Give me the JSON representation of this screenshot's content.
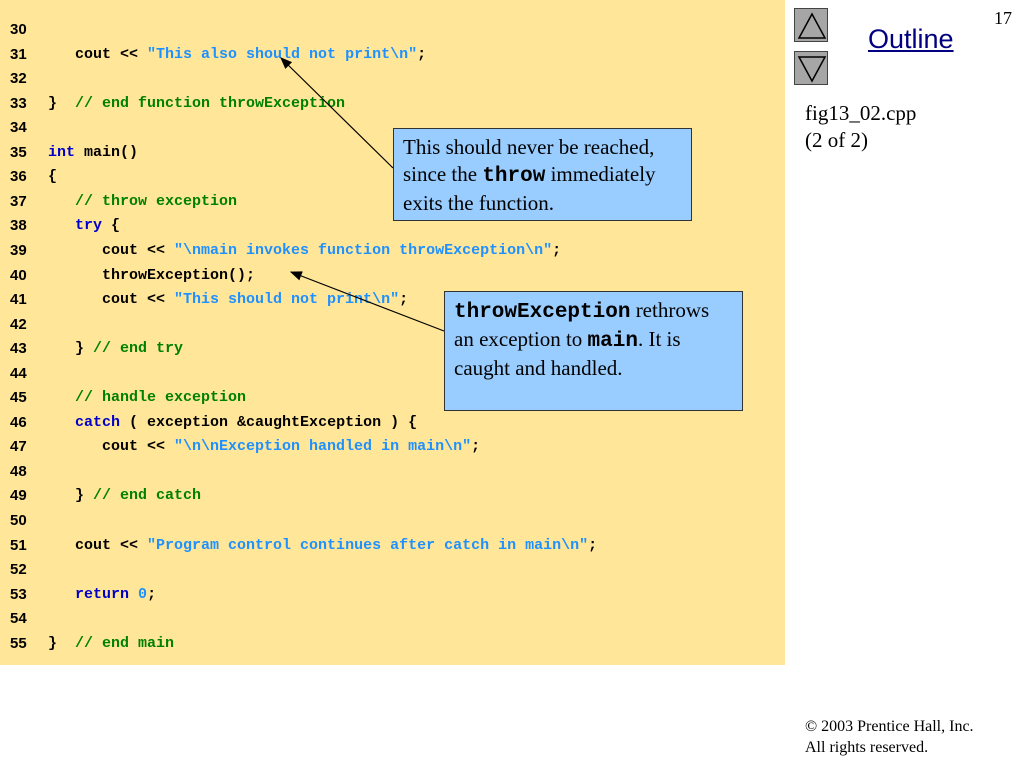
{
  "slide": {
    "page_number": "17",
    "outline_label": "Outline",
    "file_name": "fig13_02.cpp",
    "file_part": "(2 of 2)",
    "copyright": "© 2003 Prentice Hall, Inc.",
    "rights": "All rights reserved."
  },
  "colors": {
    "code_background": "#ffe699",
    "callout_background": "#99ccff",
    "keyword": "#0000cc",
    "comment": "#008000",
    "string": "#1e90ff",
    "outline_link": "#000080"
  },
  "code_lines": [
    {
      "n": "30",
      "tokens": []
    },
    {
      "n": "31",
      "tokens": [
        {
          "t": "tx",
          "v": "   cout << "
        },
        {
          "t": "str",
          "v": "\"This also should not print\\n\""
        },
        {
          "t": "tx",
          "v": ";"
        }
      ]
    },
    {
      "n": "32",
      "tokens": []
    },
    {
      "n": "33",
      "tokens": [
        {
          "t": "tx",
          "v": "}  "
        },
        {
          "t": "cm",
          "v": "// end function throwException"
        }
      ]
    },
    {
      "n": "34",
      "tokens": []
    },
    {
      "n": "35",
      "tokens": [
        {
          "t": "kw",
          "v": "int"
        },
        {
          "t": "tx",
          "v": " main()"
        }
      ]
    },
    {
      "n": "36",
      "tokens": [
        {
          "t": "tx",
          "v": "{"
        }
      ]
    },
    {
      "n": "37",
      "tokens": [
        {
          "t": "tx",
          "v": "   "
        },
        {
          "t": "cm",
          "v": "// throw exception"
        }
      ]
    },
    {
      "n": "38",
      "tokens": [
        {
          "t": "tx",
          "v": "   "
        },
        {
          "t": "kw",
          "v": "try"
        },
        {
          "t": "tx",
          "v": " {"
        }
      ]
    },
    {
      "n": "39",
      "tokens": [
        {
          "t": "tx",
          "v": "      cout << "
        },
        {
          "t": "str",
          "v": "\"\\nmain invokes function throwException\\n\""
        },
        {
          "t": "tx",
          "v": ";"
        }
      ]
    },
    {
      "n": "40",
      "tokens": [
        {
          "t": "tx",
          "v": "      throwException();"
        }
      ]
    },
    {
      "n": "41",
      "tokens": [
        {
          "t": "tx",
          "v": "      cout << "
        },
        {
          "t": "str",
          "v": "\"This should not print\\n\""
        },
        {
          "t": "tx",
          "v": ";"
        }
      ]
    },
    {
      "n": "42",
      "tokens": []
    },
    {
      "n": "43",
      "tokens": [
        {
          "t": "tx",
          "v": "   } "
        },
        {
          "t": "cm",
          "v": "// end try"
        }
      ]
    },
    {
      "n": "44",
      "tokens": []
    },
    {
      "n": "45",
      "tokens": [
        {
          "t": "tx",
          "v": "   "
        },
        {
          "t": "cm",
          "v": "// handle exception"
        }
      ]
    },
    {
      "n": "46",
      "tokens": [
        {
          "t": "tx",
          "v": "   "
        },
        {
          "t": "kw",
          "v": "catch"
        },
        {
          "t": "tx",
          "v": " ( exception &caughtException ) {"
        }
      ]
    },
    {
      "n": "47",
      "tokens": [
        {
          "t": "tx",
          "v": "      cout << "
        },
        {
          "t": "str",
          "v": "\"\\n\\nException handled in main\\n\""
        },
        {
          "t": "tx",
          "v": ";"
        }
      ]
    },
    {
      "n": "48",
      "tokens": []
    },
    {
      "n": "49",
      "tokens": [
        {
          "t": "tx",
          "v": "   } "
        },
        {
          "t": "cm",
          "v": "// end catch"
        }
      ]
    },
    {
      "n": "50",
      "tokens": []
    },
    {
      "n": "51",
      "tokens": [
        {
          "t": "tx",
          "v": "   cout << "
        },
        {
          "t": "str",
          "v": "\"Program control continues after catch in main\\n\""
        },
        {
          "t": "tx",
          "v": ";"
        }
      ]
    },
    {
      "n": "52",
      "tokens": []
    },
    {
      "n": "53",
      "tokens": [
        {
          "t": "tx",
          "v": "   "
        },
        {
          "t": "kw",
          "v": "return"
        },
        {
          "t": "tx",
          "v": " "
        },
        {
          "t": "num",
          "v": "0"
        },
        {
          "t": "tx",
          "v": ";"
        }
      ]
    },
    {
      "n": "54",
      "tokens": []
    },
    {
      "n": "55",
      "tokens": [
        {
          "t": "tx",
          "v": "}  "
        },
        {
          "t": "cm",
          "v": "// end main"
        }
      ]
    }
  ],
  "callouts": [
    {
      "segments": [
        {
          "mono": false,
          "v": "This should never be reached, since the "
        },
        {
          "mono": true,
          "v": "throw"
        },
        {
          "mono": false,
          "v": " immediately exits the function."
        }
      ]
    },
    {
      "segments": [
        {
          "mono": true,
          "v": "throwException"
        },
        {
          "mono": false,
          "v": " rethrows an exception to "
        },
        {
          "mono": true,
          "v": "main"
        },
        {
          "mono": false,
          "v": ". It is caught and handled."
        }
      ]
    }
  ],
  "nav": {
    "up_icon": "triangle-up-icon",
    "down_icon": "triangle-down-icon"
  }
}
